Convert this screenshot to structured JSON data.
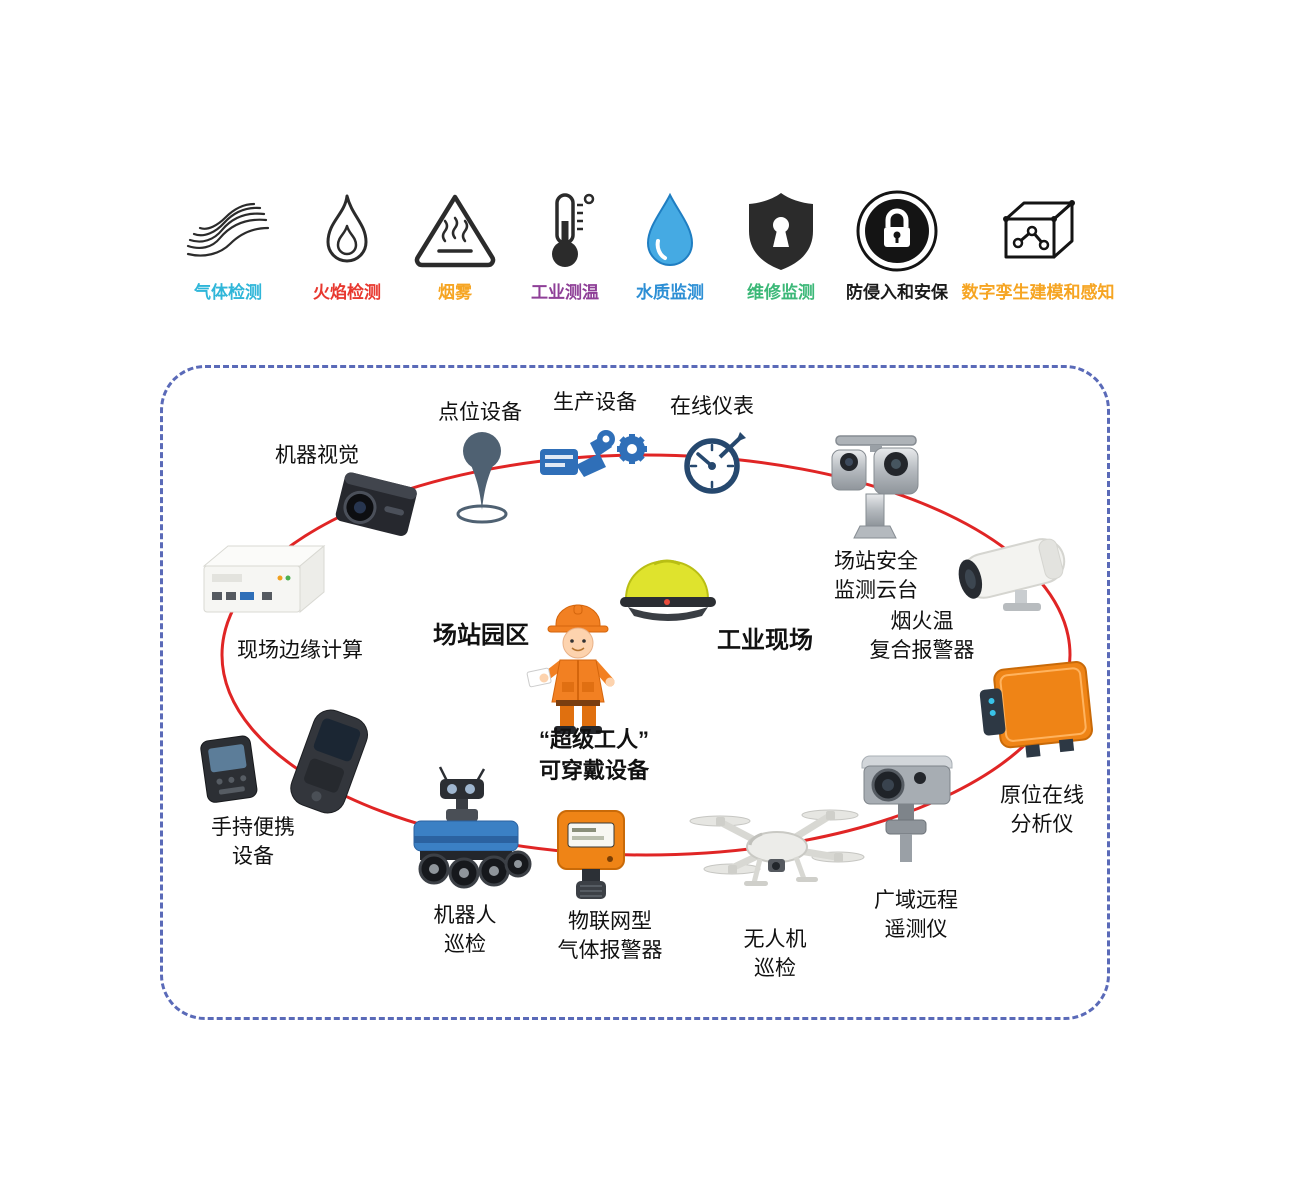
{
  "legend": {
    "items": [
      {
        "id": "gas",
        "label": "气体检测",
        "color": "#2fb6d9",
        "icon": "gas-waves-icon"
      },
      {
        "id": "flame",
        "label": "火焰检测",
        "color": "#e8382f",
        "icon": "flame-icon"
      },
      {
        "id": "smoke",
        "label": "烟雾",
        "color": "#f6a523",
        "icon": "heat-triangle-icon"
      },
      {
        "id": "temperature",
        "label": "工业测温",
        "color": "#8e3f97",
        "icon": "thermometer-icon"
      },
      {
        "id": "water",
        "label": "水质监测",
        "color": "#2d8fd5",
        "icon": "water-drop-icon"
      },
      {
        "id": "maintenance",
        "label": "维修监测",
        "color": "#3cb878",
        "icon": "shield-keyhole-icon"
      },
      {
        "id": "security",
        "label": "防侵入和安保",
        "color": "#1a1a1a",
        "icon": "lock-icon"
      },
      {
        "id": "digital_twin",
        "label": "数字孪生建模和感知",
        "color": "#f6a523",
        "icon": "digital-twin-cube-icon"
      }
    ]
  },
  "diagram": {
    "ellipse_color": "#e02525",
    "frame_color": "#5a6ab8",
    "nodes": {
      "machine_vision": {
        "label": "机器视觉"
      },
      "point_device": {
        "label": "点位设备"
      },
      "production_device": {
        "label": "生产设备"
      },
      "online_instrument": {
        "label": "在线仪表"
      },
      "station_ptz": {
        "line1": "场站安全",
        "line2": "监测云台"
      },
      "fire_temp_alarm": {
        "line1": "烟火温",
        "line2": "复合报警器"
      },
      "online_analyzer": {
        "line1": "原位在线",
        "line2": "分析仪"
      },
      "telemetry": {
        "line1": "广域远程",
        "line2": "遥测仪"
      },
      "drone": {
        "line1": "无人机",
        "line2": "巡检"
      },
      "iot_gas_alarm": {
        "line1": "物联网型",
        "line2": "气体报警器"
      },
      "robot": {
        "line1": "机器人",
        "line2": "巡检"
      },
      "handheld": {
        "line1": "手持便携",
        "line2": "设备"
      },
      "edge_computing": {
        "label": "现场边缘计算"
      },
      "station_park": {
        "label": "场站园区"
      },
      "industrial_site": {
        "label": "工业现场"
      },
      "super_worker": {
        "line1": "“超级工人”",
        "line2": "可穿戴设备"
      }
    }
  }
}
